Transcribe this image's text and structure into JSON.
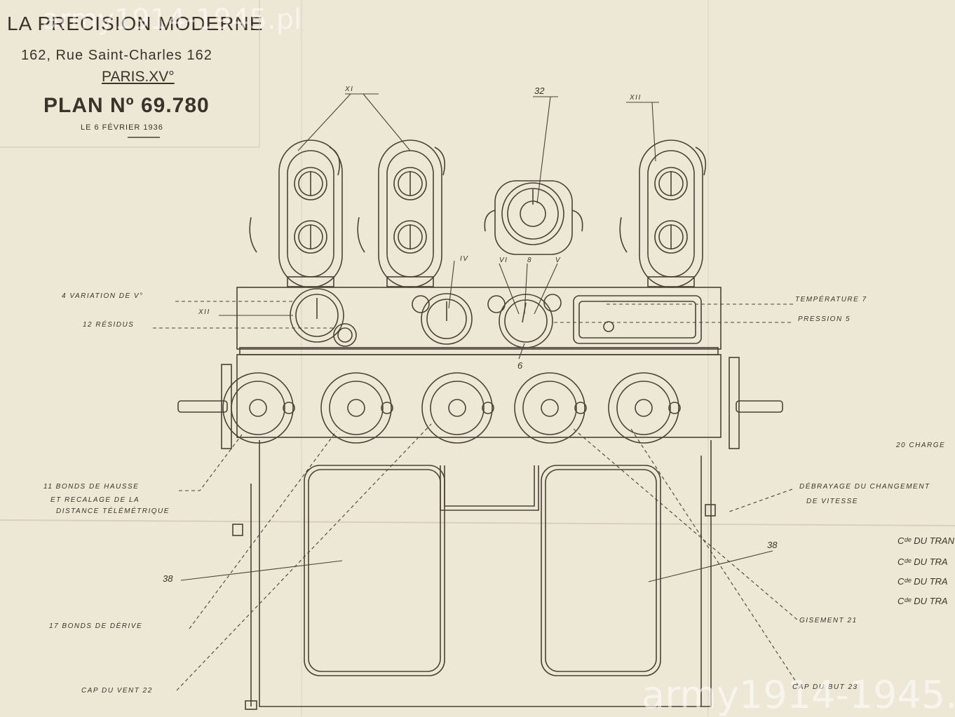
{
  "title_block": {
    "company": "LA PRECISION MODERNE",
    "address": "162, Rue Saint-Charles 162",
    "city": "PARIS.XV°",
    "plan": "PLAN Nº 69.780",
    "date": "LE 6 FÉVRIER 1936"
  },
  "watermarks": [
    "army1914-1945.pl",
    "army1914-1945.pl"
  ],
  "callouts": {
    "xi": "XI",
    "xii_top": "XII",
    "n32": "32",
    "iv": "IV",
    "vi": "VI",
    "n8": "8",
    "v": "V",
    "xii_mid": "XII",
    "n6": "6",
    "variation": "4  VARIATION DE V°",
    "residus": "12  RÉSIDUS",
    "temperature": "TEMPÉRATURE  7",
    "pression": "PRESSION  5",
    "charge": "20  CHARGE",
    "bonds_hausse_1": "11  BONDS DE HAUSSE",
    "bonds_hausse_2": "ET RECALAGE DE LA",
    "bonds_hausse_3": "DISTANCE TÉLÉMÉTRIQUE",
    "debrayage_1": "DÉBRAYAGE DU CHANGEMENT",
    "debrayage_2": "DE VITESSE",
    "n38_left": "38",
    "n38_right": "38",
    "cde_1": "Cᵈᵉ DU TRAN",
    "cde_2": "Cᵈᵉ DU TRA",
    "cde_3": "Cᵈᵉ DU TRA",
    "cde_4": "Cᵈᵉ DU TRA",
    "bonds_derive": "17  BONDS DE DÉRIVE",
    "gisement": "GISEMENT  21",
    "cap_vent": "CAP DU VENT 22",
    "cap_but": "CAP DU BUT 23"
  }
}
